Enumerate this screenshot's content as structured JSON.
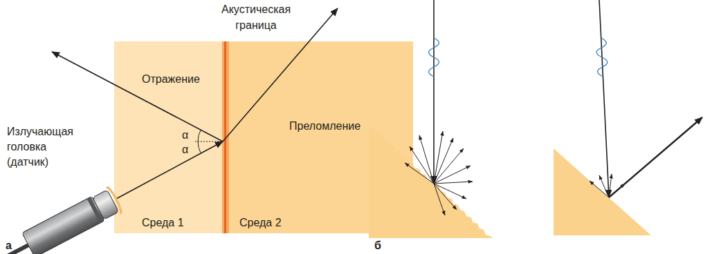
{
  "diagram": {
    "nodes": [
      {
        "text": [
          "Отражение",
          "α",
          "α",
          "Среда 1"
        ]
      },
      {
        "text": [
          "Преломление",
          "Среда 2"
        ]
      }
    ],
    "labels": [
      "Акустическая граница",
      "Излучающая головка (датчик)",
      "а",
      "б"
    ]
  }
}
